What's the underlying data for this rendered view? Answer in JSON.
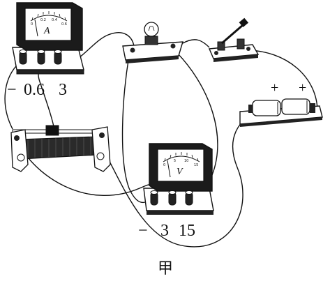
{
  "figure": {
    "caption": "甲"
  },
  "ammeter": {
    "symbol": "A",
    "scale_marks": [
      "0",
      "0.2",
      "0.4",
      "0.6"
    ],
    "terminals": {
      "negative": "−",
      "low_range": "0.6",
      "high_range": "3"
    }
  },
  "voltmeter": {
    "symbol": "V",
    "scale_marks": [
      "0",
      "5",
      "10",
      "15"
    ],
    "terminals": {
      "negative": "−",
      "low_range": "3",
      "high_range": "15"
    }
  },
  "battery": {
    "polarity": [
      "+",
      "+"
    ]
  },
  "components": {
    "lamp": "lamp-socket",
    "switch": "knife-switch",
    "rheostat": "sliding-rheostat"
  }
}
